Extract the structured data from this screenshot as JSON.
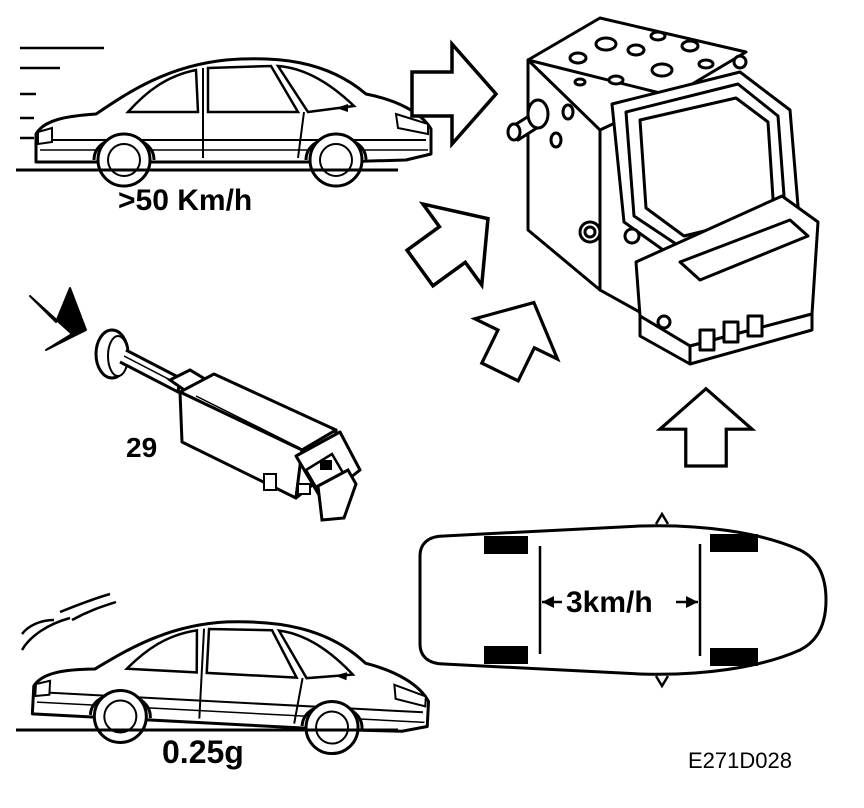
{
  "labels": {
    "vehicle_speed": ">50 Km/h",
    "component_number": "29",
    "deceleration": "0.25g",
    "wheel_speed_difference": "3km/h",
    "figure_code": "E271D028"
  },
  "icons": {
    "moving_car": "car-side-icon",
    "braking_car": "car-side-icon",
    "brake_light_switch": "switch-icon",
    "press_arrow": "arrow-icon",
    "abs_unit": "hydraulic-unit-icon",
    "car_top_view": "car-top-view-icon",
    "input_arrows": "hollow-arrow-icon"
  },
  "colors": {
    "line": "#000000",
    "background": "#ffffff"
  }
}
